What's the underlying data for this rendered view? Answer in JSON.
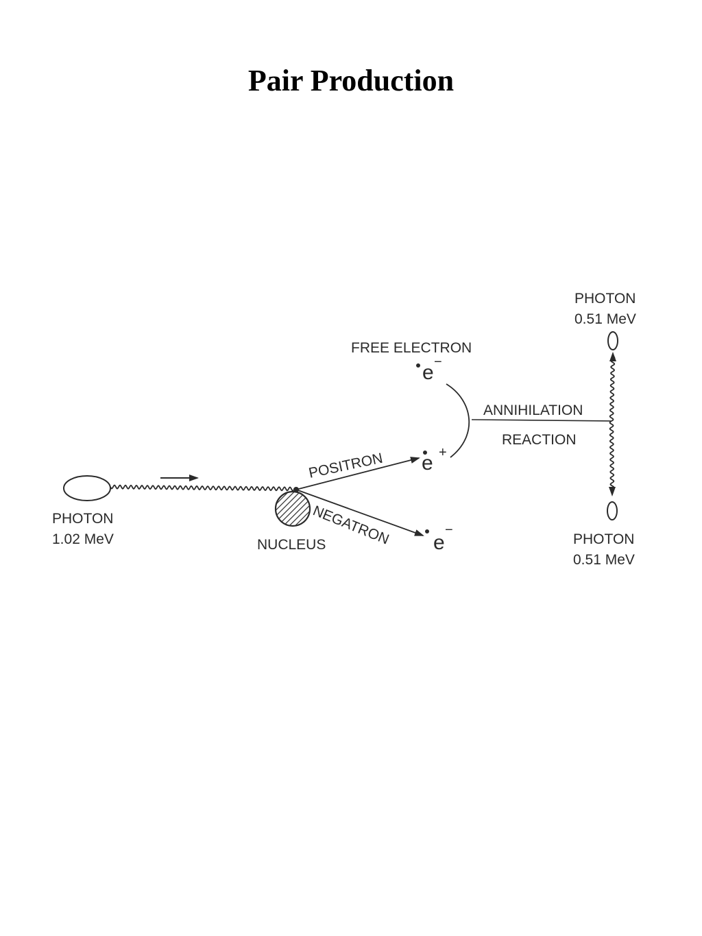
{
  "title": "Pair Production",
  "diagram": {
    "incoming_photon": {
      "label": "PHOTON",
      "energy": "1.02 MeV"
    },
    "nucleus": {
      "label": "NUCLEUS"
    },
    "positron": {
      "label": "POSITRON",
      "symbol": "e",
      "charge": "+"
    },
    "negatron": {
      "label": "NEGATRON",
      "symbol": "e",
      "charge": "−"
    },
    "free_electron": {
      "label": "FREE ELECTRON",
      "symbol": "e",
      "charge": "−"
    },
    "annihilation": {
      "line1": "ANNIHILATION",
      "line2": "REACTION"
    },
    "photon_top": {
      "label": "PHOTON",
      "energy": "0.51 MeV"
    },
    "photon_bottom": {
      "label": "PHOTON",
      "energy": "0.51 MeV"
    }
  },
  "colors": {
    "ink": "#2a2a2a",
    "background": "#ffffff"
  }
}
